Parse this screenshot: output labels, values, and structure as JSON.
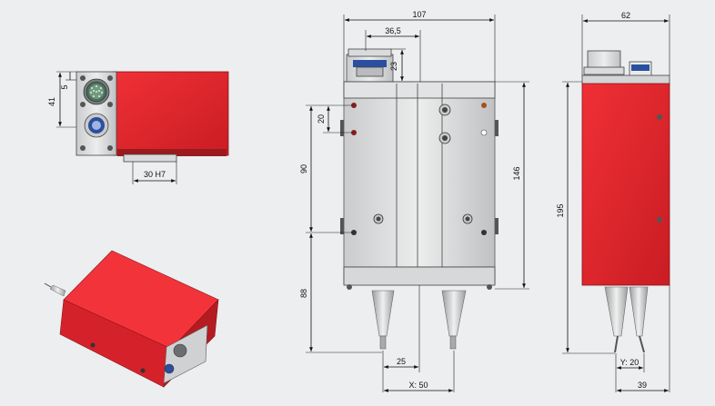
{
  "labels": {
    "d107": "107",
    "d365": "36,5",
    "d23": "23",
    "d20": "20",
    "d90": "90",
    "d146": "146",
    "d88": "88",
    "d25": "25",
    "dx50": "X: 50",
    "d62": "62",
    "d195": "195",
    "dy20": "Y: 20",
    "d39": "39",
    "d41": "41",
    "d5": "5",
    "d30h7": "30 H7"
  },
  "colors": {
    "housing_red": "#e3242b",
    "housing_dark": "#b01a20",
    "metal": "#d9dadc",
    "metal_dark": "#9a9c9f",
    "connector_blue": "#2a4fa0",
    "background": "#eceef0"
  },
  "icons": {
    "connector": "circular-connector-icon",
    "bolt": "bolt-icon",
    "hole": "mounting-hole-icon"
  }
}
